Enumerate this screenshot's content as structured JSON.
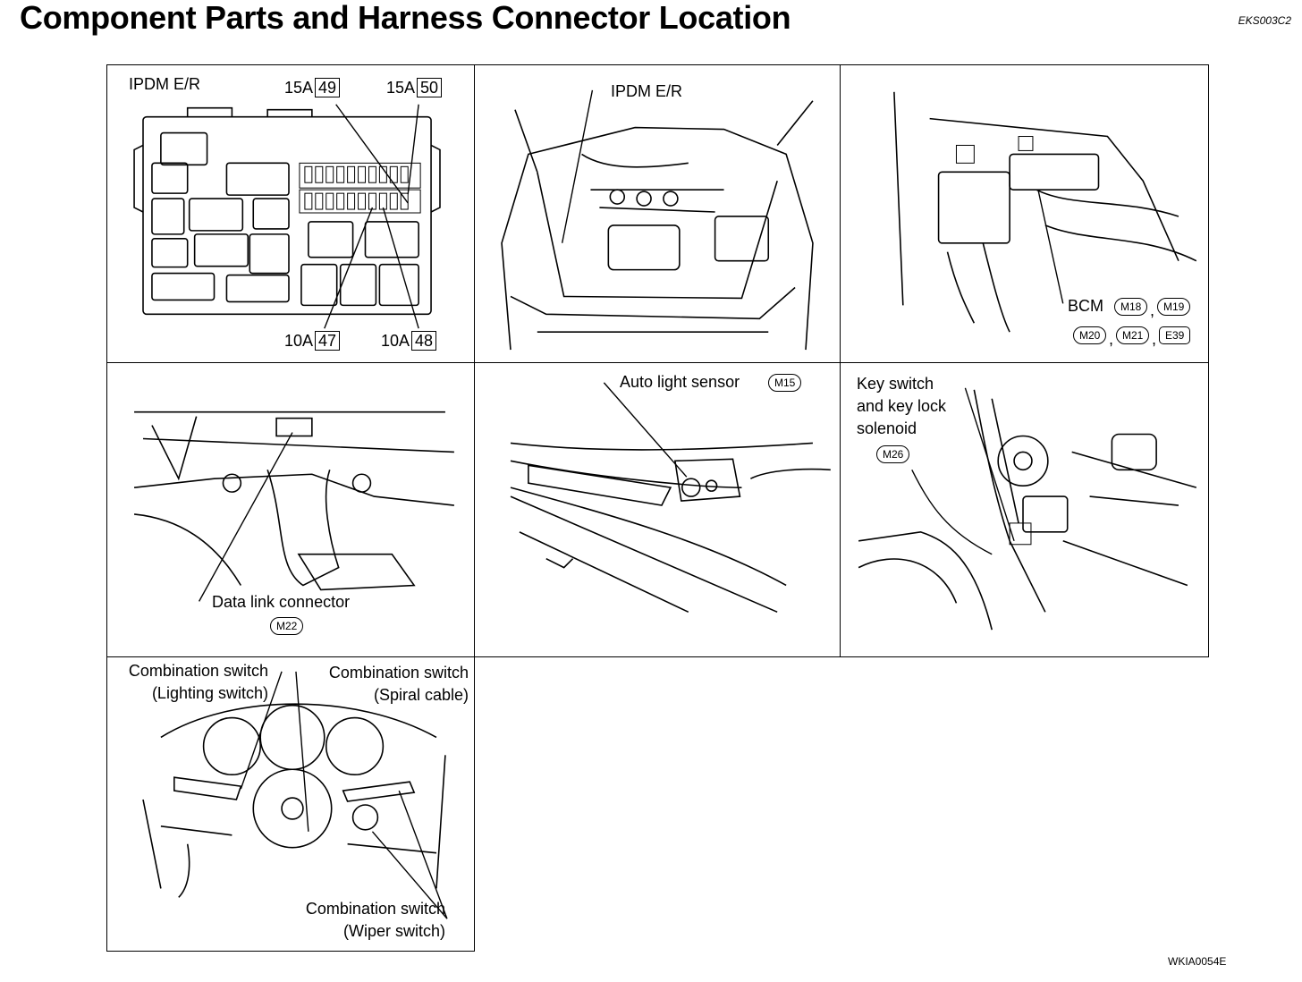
{
  "header": {
    "title": "Component Parts and Harness Connector Location",
    "doc_code": "EKS003C2",
    "figure_code": "WKIA0054E"
  },
  "panel_ipdm_box": {
    "title": "IPDM E/R",
    "fuses": [
      {
        "amp": "15A",
        "num": "49"
      },
      {
        "amp": "15A",
        "num": "50"
      },
      {
        "amp": "10A",
        "num": "47"
      },
      {
        "amp": "10A",
        "num": "48"
      }
    ]
  },
  "panel_engine_room": {
    "label": "IPDM E/R"
  },
  "panel_bcm": {
    "label": "BCM",
    "connectors": [
      "M18",
      "M19",
      "M20",
      "M21",
      "E39"
    ],
    "separator": ","
  },
  "panel_data_link": {
    "label": "Data link connector",
    "connector": "M22"
  },
  "panel_light_sensor": {
    "label": "Auto light sensor",
    "connector": "M15"
  },
  "panel_key_switch": {
    "label_lines": [
      "Key switch",
      "and key lock",
      "solenoid"
    ],
    "connector": "M26"
  },
  "panel_combination": {
    "lighting": [
      "Combination switch",
      "(Lighting switch)"
    ],
    "spiral": [
      "Combination switch",
      "(Spiral cable)"
    ],
    "wiper": [
      "Combination switch",
      "(Wiper switch)"
    ]
  },
  "icons": [
    "fuse-box-drawing",
    "engine-room-drawing",
    "dashboard-drawing",
    "windshield-drawing",
    "steering-column-drawing",
    "instrument-cluster-drawing"
  ]
}
